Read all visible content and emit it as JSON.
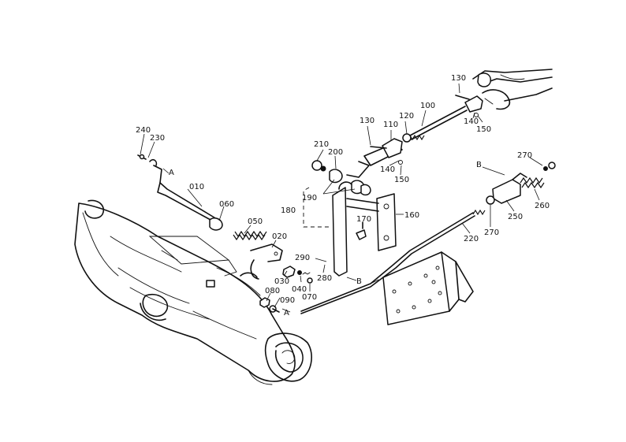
{
  "callouts": [
    {
      "id": "p240",
      "text": "240"
    },
    {
      "id": "p230",
      "text": "230"
    },
    {
      "id": "p010",
      "text": "010"
    },
    {
      "id": "p060",
      "text": "060"
    },
    {
      "id": "p050",
      "text": "050"
    },
    {
      "id": "p020",
      "text": "020"
    },
    {
      "id": "p030",
      "text": "030"
    },
    {
      "id": "p040",
      "text": "040"
    },
    {
      "id": "p070",
      "text": "070"
    },
    {
      "id": "p080",
      "text": "080"
    },
    {
      "id": "p090",
      "text": "090"
    },
    {
      "id": "p210",
      "text": "210"
    },
    {
      "id": "p200",
      "text": "200"
    },
    {
      "id": "p190",
      "text": "190"
    },
    {
      "id": "p180",
      "text": "180"
    },
    {
      "id": "p130a",
      "text": "130"
    },
    {
      "id": "p110",
      "text": "110"
    },
    {
      "id": "p120",
      "text": "120"
    },
    {
      "id": "p100",
      "text": "100"
    },
    {
      "id": "p130b",
      "text": "130"
    },
    {
      "id": "p140a",
      "text": "140"
    },
    {
      "id": "p150a",
      "text": "150"
    },
    {
      "id": "p140b",
      "text": "140"
    },
    {
      "id": "p150b",
      "text": "150"
    },
    {
      "id": "p160",
      "text": "160"
    },
    {
      "id": "p170",
      "text": "170"
    },
    {
      "id": "p290",
      "text": "290"
    },
    {
      "id": "p280",
      "text": "280"
    },
    {
      "id": "p220",
      "text": "220"
    },
    {
      "id": "p270a",
      "text": "270"
    },
    {
      "id": "p250",
      "text": "250"
    },
    {
      "id": "p260",
      "text": "260"
    },
    {
      "id": "p270b",
      "text": "270"
    }
  ],
  "connectors": [
    {
      "id": "a1",
      "text": "A"
    },
    {
      "id": "a2",
      "text": "A"
    },
    {
      "id": "b1",
      "text": "B"
    },
    {
      "id": "b2",
      "text": "B"
    }
  ]
}
